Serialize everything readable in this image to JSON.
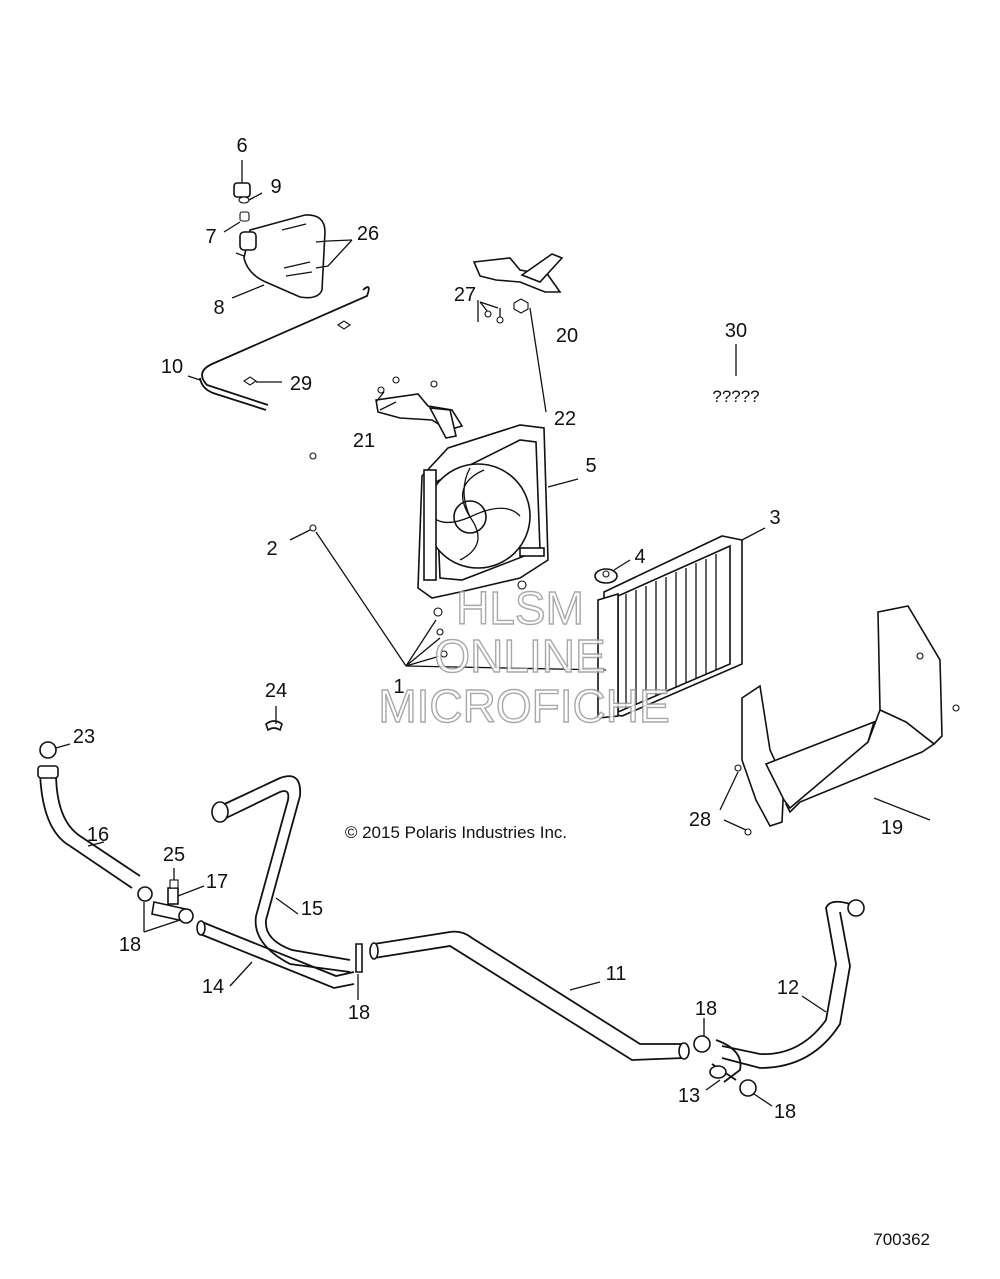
{
  "diagram": {
    "copyright": "© 2015 Polaris Industries Inc.",
    "document_id": "700362",
    "unknown_part_text": "?????",
    "watermark": [
      "HLSM",
      "ONLINE",
      "MICROFICHE"
    ]
  },
  "callouts": {
    "c1": "1",
    "c2": "2",
    "c3": "3",
    "c4": "4",
    "c5": "5",
    "c6": "6",
    "c7": "7",
    "c8": "8",
    "c9": "9",
    "c10": "10",
    "c11": "11",
    "c12": "12",
    "c13": "13",
    "c14": "14",
    "c15": "15",
    "c16": "16",
    "c17": "17",
    "c18a": "18",
    "c18b": "18",
    "c18c": "18",
    "c18d": "18",
    "c19": "19",
    "c20": "20",
    "c21": "21",
    "c22": "22",
    "c23": "23",
    "c24": "24",
    "c25": "25",
    "c26": "26",
    "c27": "27",
    "c28": "28",
    "c29": "29",
    "c30": "30"
  }
}
